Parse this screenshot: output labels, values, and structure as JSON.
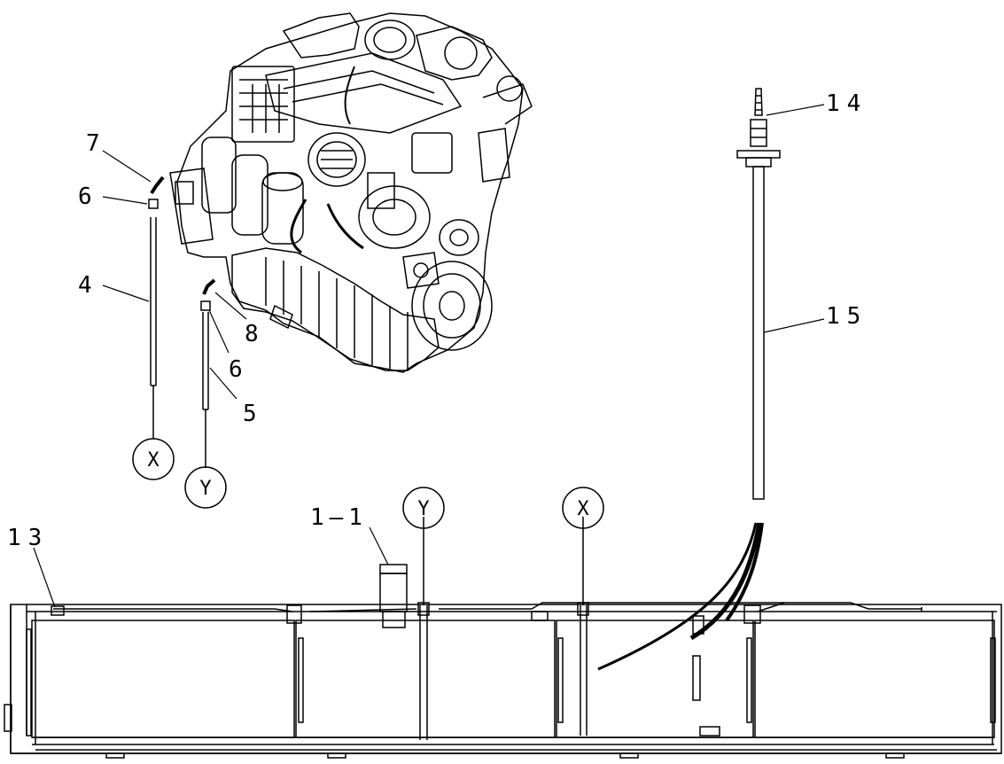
{
  "callouts": {
    "c7": "7",
    "c6a": "6",
    "c4": "4",
    "c8": "8",
    "c6b": "6",
    "c5": "5",
    "c14": "14",
    "c15": "15",
    "c13": "13",
    "c1_1": "1–1"
  },
  "connectors": {
    "x_upper": "X",
    "y_upper": "Y",
    "y_lower": "Y",
    "x_lower": "X"
  },
  "colors": {
    "ink": "#000000",
    "paper": "#ffffff"
  }
}
